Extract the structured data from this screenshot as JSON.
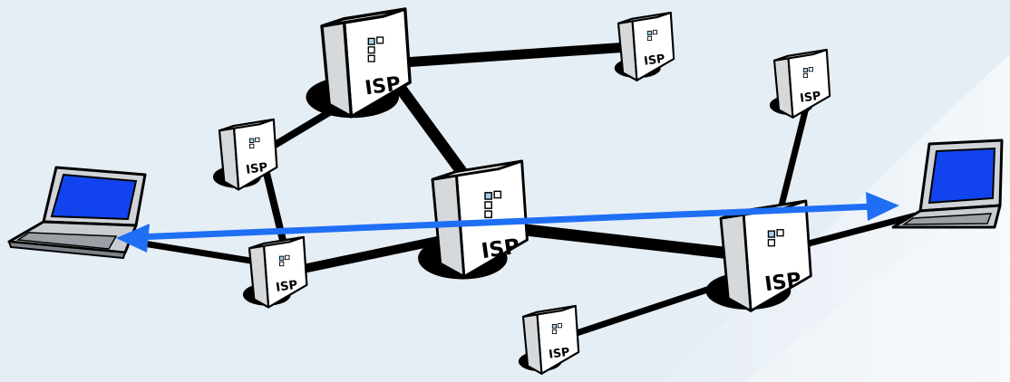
{
  "diagram": {
    "node_label": "ISP",
    "colors": {
      "background": "#e6eef5",
      "link": "#000000",
      "path_arrow": "#1f6ff5",
      "laptop_screen": "#1144ee",
      "server_body": "#ffffff"
    },
    "nodes": [
      {
        "id": "isp-top",
        "label": "ISP"
      },
      {
        "id": "isp-top-right",
        "label": "ISP"
      },
      {
        "id": "isp-left",
        "label": "ISP"
      },
      {
        "id": "isp-center",
        "label": "ISP"
      },
      {
        "id": "isp-bottom-left",
        "label": "ISP"
      },
      {
        "id": "isp-right",
        "label": "ISP"
      },
      {
        "id": "isp-far-right-top",
        "label": "ISP"
      },
      {
        "id": "isp-bottom-center",
        "label": "ISP"
      }
    ],
    "endpoints": [
      {
        "id": "laptop-left",
        "icon": "laptop-icon"
      },
      {
        "id": "laptop-right",
        "icon": "laptop-icon"
      }
    ],
    "path_arrow": {
      "from": "laptop-left",
      "to": "laptop-right",
      "icon": "double-arrow-icon"
    }
  }
}
